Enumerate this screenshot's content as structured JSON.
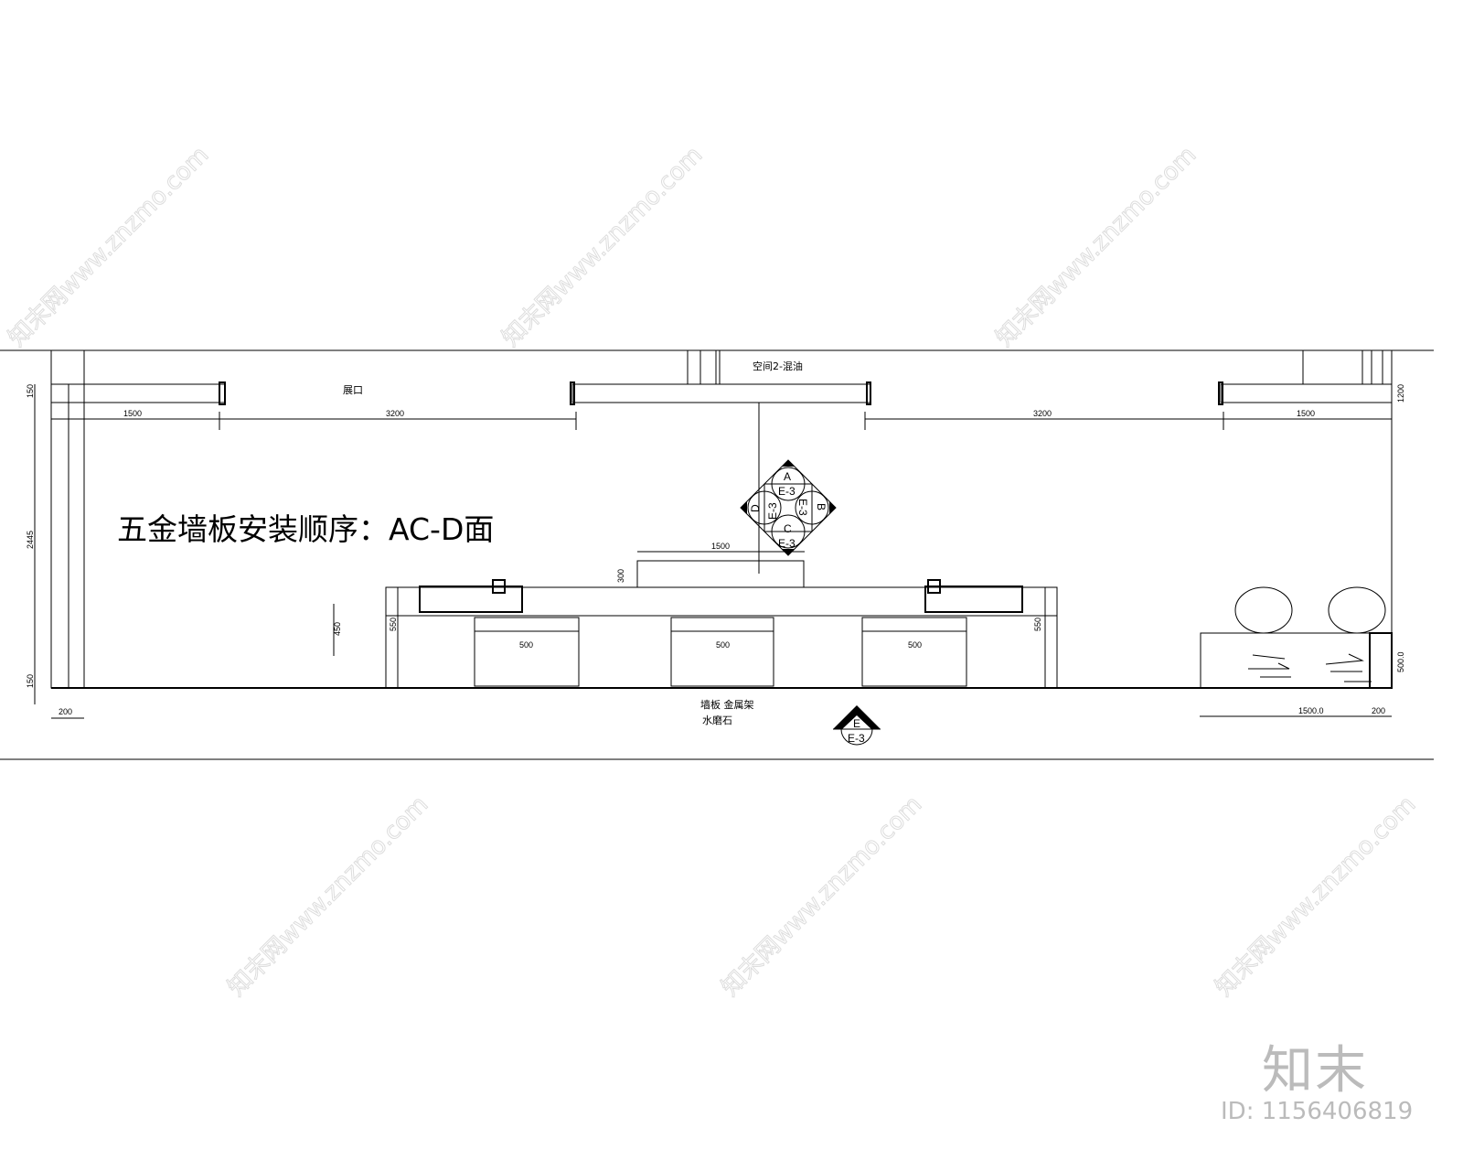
{
  "drawing": {
    "title": "五金墙板安装顺序：AC-D面",
    "labels": {
      "top_center": "空间2-混油",
      "top_left": "展口",
      "floor_material_1": "墙板 金属架",
      "floor_material_2": "水磨石"
    },
    "dimensions": {
      "top": [
        "1500",
        "3200",
        "3200",
        "1500"
      ],
      "left_vertical": [
        "150",
        "2445",
        "150"
      ],
      "left_bottom": "200",
      "right_top": "1200",
      "right_cabinet": "500.0",
      "right_bottom": [
        "1500.0",
        "200"
      ],
      "podium_width": "1500",
      "podium_height": "300",
      "counter_height_left": "550",
      "counter_height_right": "550",
      "counter_height_mark": "450",
      "drawers": [
        "500",
        "500",
        "500"
      ]
    },
    "index_symbol": {
      "A": "A",
      "B": "B",
      "C": "C",
      "D": "D",
      "sheet": "E-3"
    },
    "section_mark": {
      "letter": "E",
      "sheet": "E-3"
    }
  },
  "watermark": {
    "text": "知末网www.znzmo.com",
    "logo": "知末",
    "id": "ID: 1156406819"
  },
  "colors": {
    "line": "#000000",
    "watermark": "#bbbbbb"
  }
}
